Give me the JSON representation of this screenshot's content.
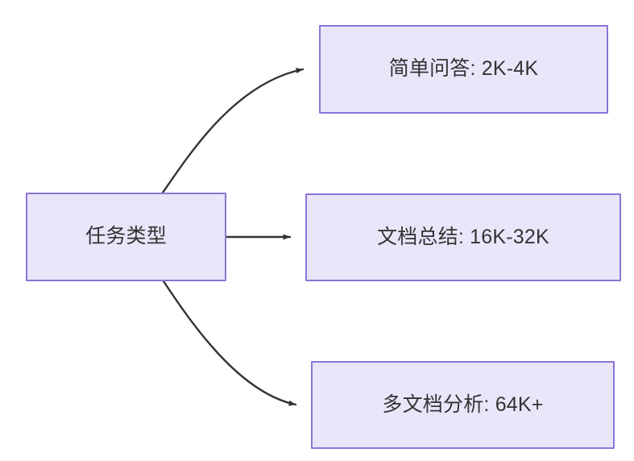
{
  "diagram": {
    "type": "flowchart",
    "direction": "left-to-right",
    "background_color": "#ffffff",
    "node_fill_color": "#e9e6fa",
    "node_border_color": "#8d74d6",
    "node_text_color": "#333333",
    "edge_color": "#333333",
    "nodes": [
      {
        "id": "root",
        "label": "任务类型"
      },
      {
        "id": "simple_qa",
        "label": "简单问答: 2K-4K"
      },
      {
        "id": "doc_sum",
        "label": "文档总结: 16K-32K"
      },
      {
        "id": "multi_doc",
        "label": "多文档分析: 64K+"
      }
    ],
    "edges": [
      {
        "from": "root",
        "to": "simple_qa",
        "style": "curved",
        "arrow": "arrowhead-icon"
      },
      {
        "from": "root",
        "to": "doc_sum",
        "style": "straight",
        "arrow": "arrowhead-icon"
      },
      {
        "from": "root",
        "to": "multi_doc",
        "style": "curved",
        "arrow": "arrowhead-icon"
      }
    ]
  }
}
